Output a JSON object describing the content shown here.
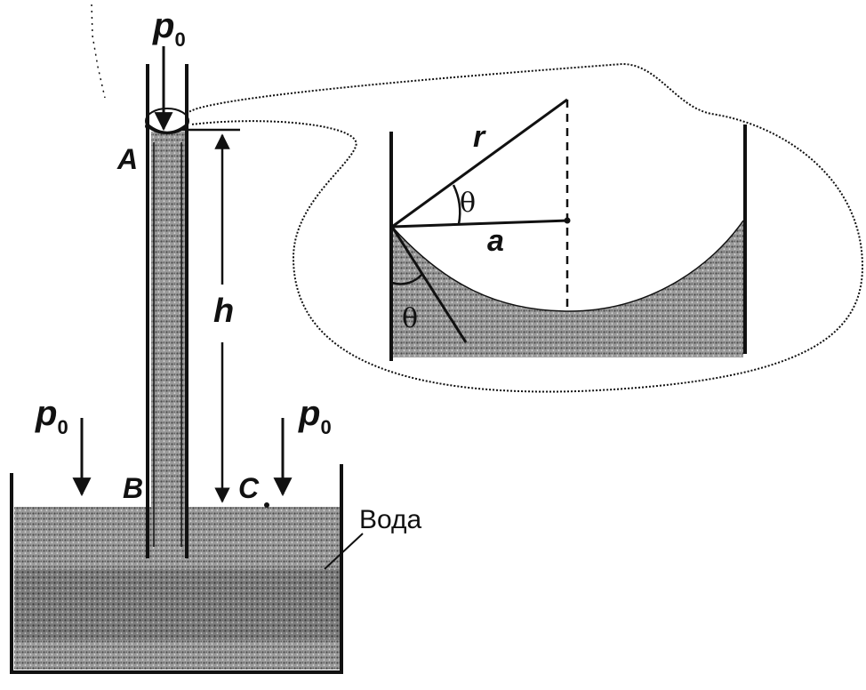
{
  "labels": {
    "p_top": "p",
    "p_top_sub": "0",
    "p_left": "p",
    "p_left_sub": "0",
    "p_right": "p",
    "p_right_sub": "0",
    "point_a": "A",
    "point_b": "B",
    "point_c": "C",
    "height": "h",
    "radius": "r",
    "tube_half_width": "a",
    "contact_angle_top": "θ",
    "contact_angle_wall": "θ",
    "water": "Вода"
  },
  "colors": {
    "ink": "#111111",
    "water_fill": "#8a8a8a",
    "water_dark": "#5e5e5e"
  },
  "icons": {
    "pressure_arrow": "down-arrow-icon"
  }
}
